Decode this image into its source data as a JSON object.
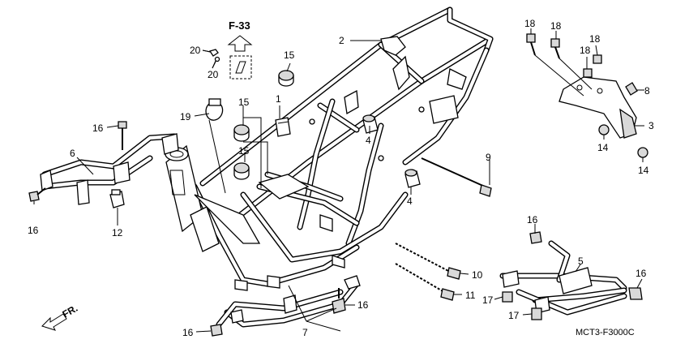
{
  "diagram": {
    "reference": {
      "label": "F-33"
    },
    "direction": {
      "label": "FR."
    },
    "code": "MCT3-F3000C",
    "callouts": [
      {
        "id": "c1",
        "text": "1"
      },
      {
        "id": "c2",
        "text": "2"
      },
      {
        "id": "c3",
        "text": "3"
      },
      {
        "id": "c4a",
        "text": "4"
      },
      {
        "id": "c4b",
        "text": "4"
      },
      {
        "id": "c5",
        "text": "5"
      },
      {
        "id": "c6",
        "text": "6"
      },
      {
        "id": "c7",
        "text": "7"
      },
      {
        "id": "c8",
        "text": "8"
      },
      {
        "id": "c9",
        "text": "9"
      },
      {
        "id": "c10",
        "text": "10"
      },
      {
        "id": "c11",
        "text": "11"
      },
      {
        "id": "c12",
        "text": "12"
      },
      {
        "id": "c14a",
        "text": "14"
      },
      {
        "id": "c14b",
        "text": "14"
      },
      {
        "id": "c15a",
        "text": "15"
      },
      {
        "id": "c15b",
        "text": "15"
      },
      {
        "id": "c15c",
        "text": "15"
      },
      {
        "id": "c16a",
        "text": "16"
      },
      {
        "id": "c16b",
        "text": "16"
      },
      {
        "id": "c16c",
        "text": "16"
      },
      {
        "id": "c16d",
        "text": "16"
      },
      {
        "id": "c16e",
        "text": "16"
      },
      {
        "id": "c16f",
        "text": "16"
      },
      {
        "id": "c17a",
        "text": "17"
      },
      {
        "id": "c17b",
        "text": "17"
      },
      {
        "id": "c18a",
        "text": "18"
      },
      {
        "id": "c18b",
        "text": "18"
      },
      {
        "id": "c18c",
        "text": "18"
      },
      {
        "id": "c18d",
        "text": "18"
      },
      {
        "id": "c19",
        "text": "19"
      },
      {
        "id": "c20a",
        "text": "20"
      },
      {
        "id": "c20b",
        "text": "20"
      }
    ]
  }
}
